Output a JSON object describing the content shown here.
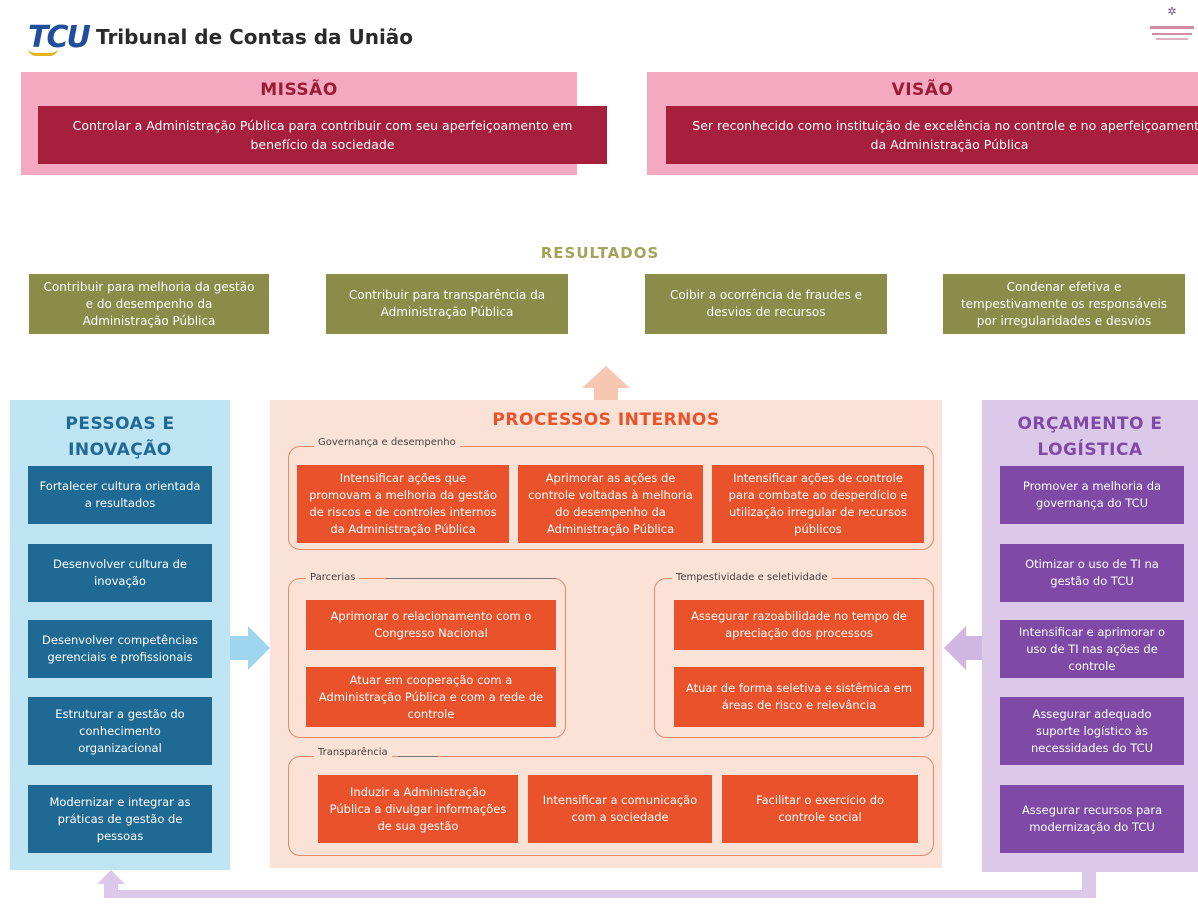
{
  "header": {
    "logo_text": "TCU",
    "title": "Tribunal de Contas da União"
  },
  "missao": {
    "title": "MISSÃO",
    "text": "Controlar a Administração Pública para contribuir com seu aperfeiçoamento em benefício da sociedade"
  },
  "visao": {
    "title": "VISÃO",
    "text": "Ser reconhecido como instituição de excelência no controle e no aperfeiçoamento da Administração Pública"
  },
  "resultados": {
    "title": "RESULTADOS",
    "items": [
      "Contribuir para melhoria da gestão e do desempenho da Administração Pública",
      "Contribuir para transparência da Administração Pública",
      "Coibir a ocorrência de fraudes e desvios de recursos",
      "Condenar efetiva e tempestivamente os responsáveis por irregularidades e desvios"
    ]
  },
  "pessoas": {
    "title_line1": "PESSOAS E",
    "title_line2": "INOVAÇÃO",
    "items": [
      "Fortalecer cultura orientada a resultados",
      "Desenvolver cultura de inovação",
      "Desenvolver competências gerenciais e profissionais",
      "Estruturar a gestão do conhecimento organizacional",
      "Modernizar e integrar as práticas de gestão de pessoas"
    ]
  },
  "processos": {
    "title": "PROCESSOS INTERNOS",
    "governanca": {
      "label": "Governança e desempenho",
      "items": [
        "Intensificar ações que promovam a melhoria da gestão de riscos e de controles internos da Administração Pública",
        "Aprimorar as ações de controle voltadas à melhoria do desempenho da Administração Pública",
        "Intensificar ações de controle para combate ao desperdício e utilização irregular de recursos públicos"
      ]
    },
    "parcerias": {
      "label": "Parcerias",
      "items": [
        "Aprimorar o relacionamento com o Congresso Nacional",
        "Atuar em cooperação com a Administração Pública e com a rede de controle"
      ]
    },
    "tempestividade": {
      "label": "Tempestividade e seletividade",
      "items": [
        "Assegurar razoabilidade no tempo de apreciação dos processos",
        "Atuar de forma seletiva e sistêmica em áreas de risco e relevância"
      ]
    },
    "transparencia": {
      "label": "Transparência",
      "items": [
        "Induzir a Administração Pública a divulgar informações de sua gestão",
        "Intensificar a comunicação com a sociedade",
        "Facilitar o exercício do controle social"
      ]
    }
  },
  "orcamento": {
    "title_line1": "ORÇAMENTO E",
    "title_line2": "LOGÍSTICA",
    "items": [
      "Promover a melhoria da governança do TCU",
      "Otimizar o uso de TI na gestão do TCU",
      "Intensificar e aprimorar o uso de TI nas ações de controle",
      "Assegurar adequado suporte logístico às necessidades do TCU",
      "Assegurar recursos para modernização do TCU"
    ]
  },
  "colors": {
    "missao_bg": "#f4a9c1",
    "missao_box": "#a61f3d",
    "resultados_box": "#8b8b4a",
    "pessoas_box": "#1f6a94",
    "processos_box": "#e9522a",
    "orcamento_box": "#7e4aa6"
  },
  "icons": {
    "corner_logo": "star-logo-icon"
  }
}
